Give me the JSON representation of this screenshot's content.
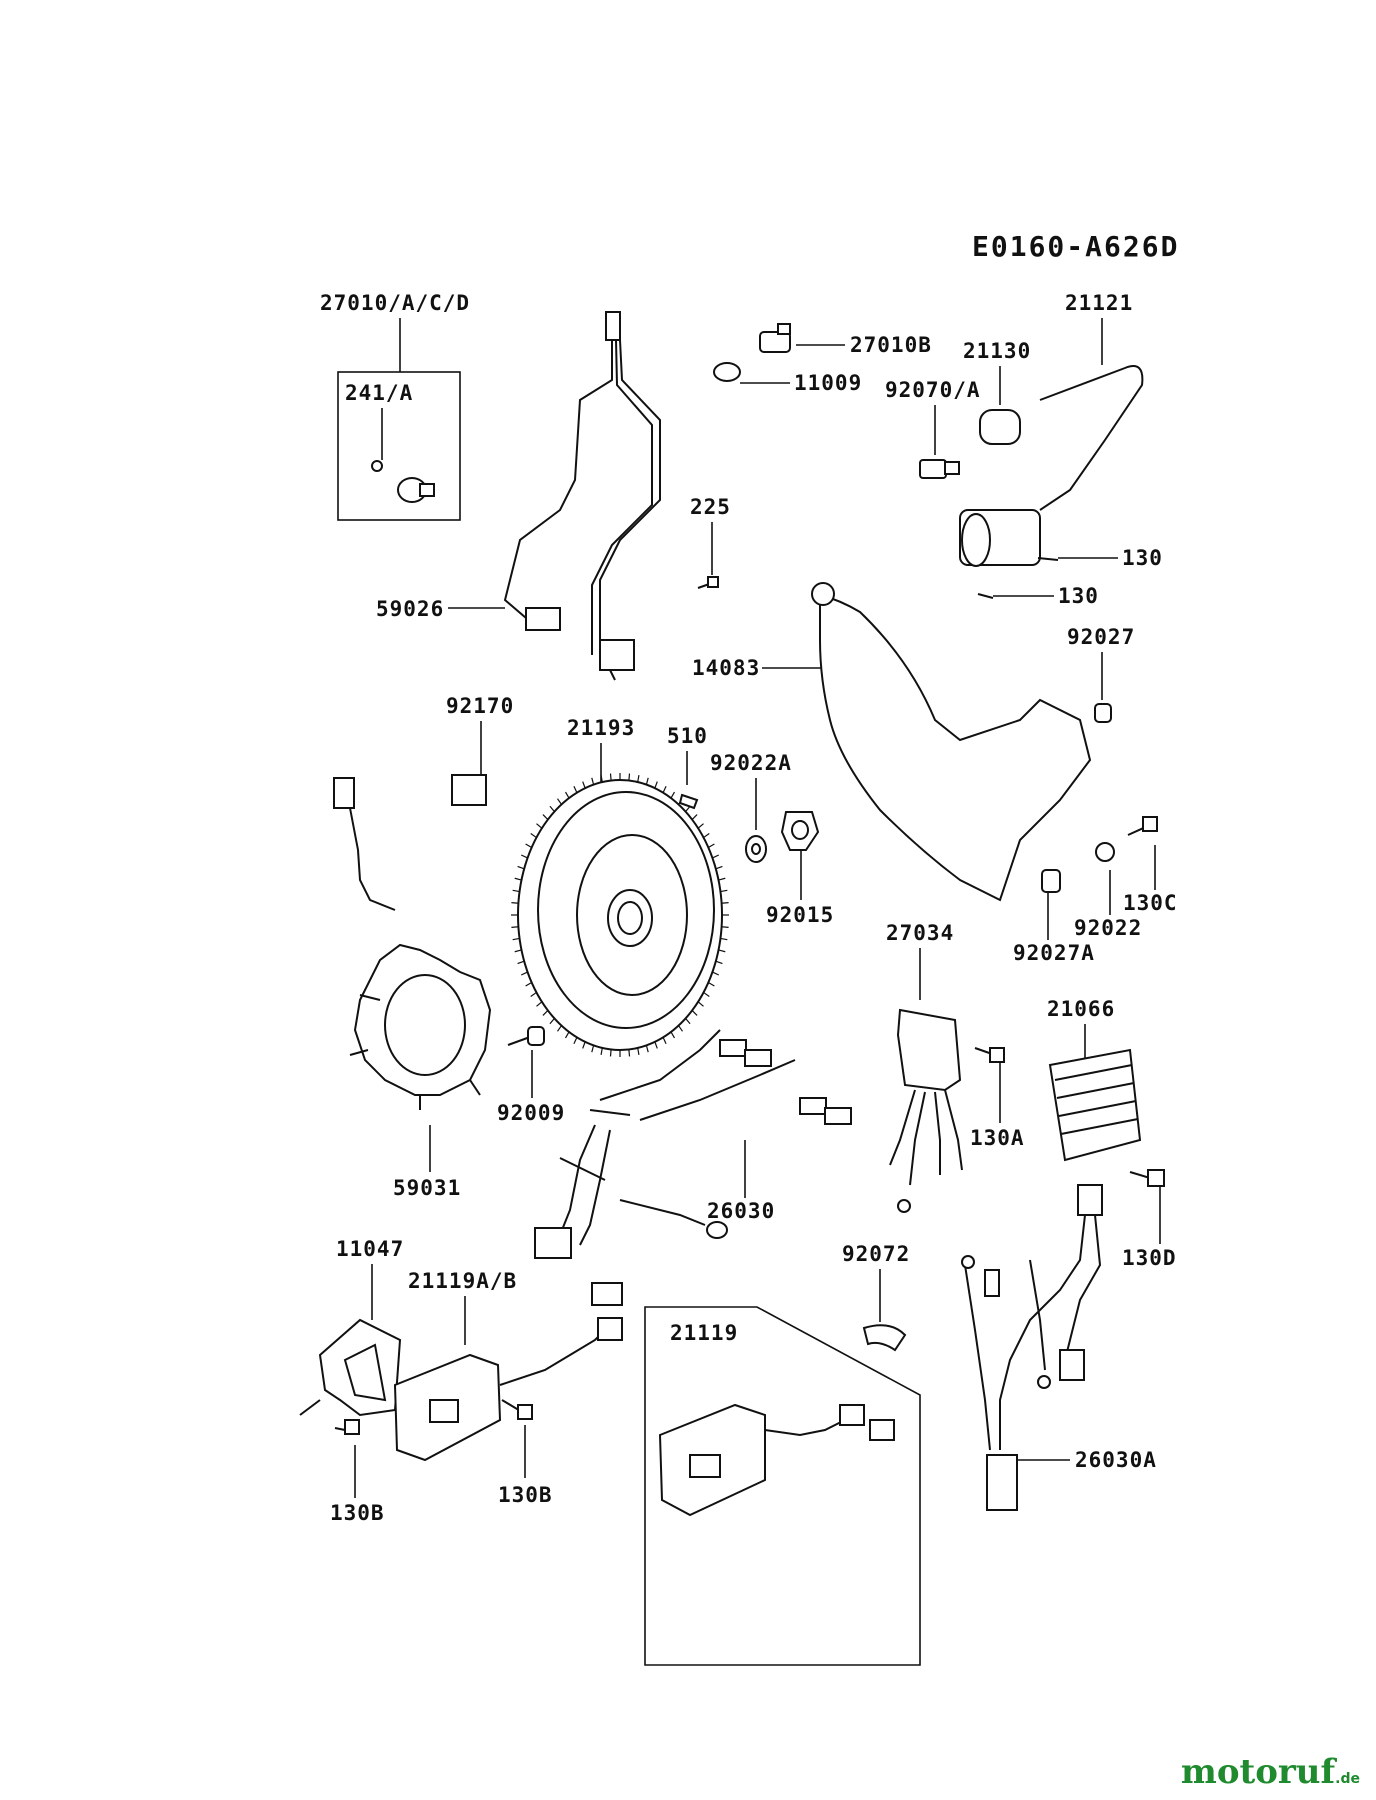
{
  "diagram_code": "E0160-A626D",
  "labels": {
    "l27010acd": "27010/A/C/D",
    "l241a": "241/A",
    "l27010b": "27010B",
    "l11009": "11009",
    "l21121": "21121",
    "l21130": "21130",
    "l92070a": "92070/A",
    "l225": "225",
    "l59026": "59026",
    "l130a1": "130",
    "l130a2": "130",
    "l14083": "14083",
    "l92027": "92027",
    "l92170": "92170",
    "l21193": "21193",
    "l510": "510",
    "l92022a": "92022A",
    "l92015": "92015",
    "l130c": "130C",
    "l92022": "92022",
    "l92027a": "92027A",
    "l27034": "27034",
    "l21066": "21066",
    "l92009": "92009",
    "l59031": "59031",
    "l130a": "130A",
    "l26030": "26030",
    "l130d": "130D",
    "l11047": "11047",
    "l21119ab": "21119A/B",
    "l92072": "92072",
    "l21119": "21119",
    "l130b1": "130B",
    "l130b2": "130B",
    "l26030a": "26030A"
  },
  "watermark": {
    "main": "motoruf",
    "sub": ".de"
  }
}
